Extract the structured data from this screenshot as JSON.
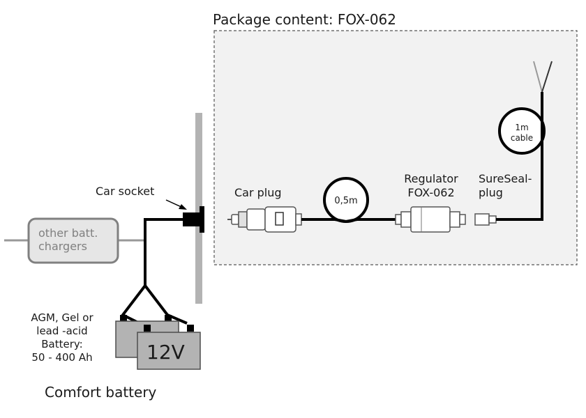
{
  "package": {
    "title": "Package content: FOX-062"
  },
  "labels": {
    "car_socket": "Car socket",
    "car_plug": "Car plug",
    "cable_short": "0,5m",
    "regulator_line1": "Regulator",
    "regulator_line2": "FOX-062",
    "sureseal_line1": "SureSeal-",
    "sureseal_line2": "plug",
    "cable_long_line1": "1m",
    "cable_long_line2": "cable",
    "other_chargers_line1": "other batt.",
    "other_chargers_line2": "chargers",
    "battery_voltage": "12V",
    "battery_desc_line1": "AGM, Gel or",
    "battery_desc_line2": "lead -acid",
    "battery_desc_line3": "Battery:",
    "battery_desc_line4": "50 - 400 Ah",
    "comfort_battery": "Comfort battery"
  },
  "colors": {
    "package_bg": "#f2f2f2",
    "package_border": "#555555",
    "wire": "#000000",
    "wall": "#b3b3b3",
    "battery_fill": "#b3b3b3",
    "charger_fill": "#e6e6e6",
    "charger_text": "#808080",
    "grey_wire": "#999999"
  }
}
